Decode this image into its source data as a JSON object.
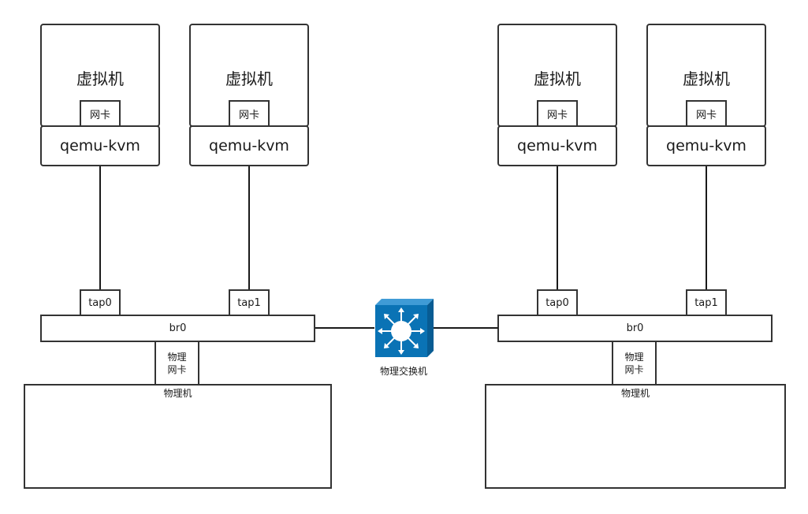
{
  "vm": {
    "label": "虚拟机",
    "nic_label": "网卡",
    "hypervisor_label": "qemu-kvm"
  },
  "left_host": {
    "taps": [
      "tap0",
      "tap1"
    ],
    "bridge": "br0",
    "physical_nic_line1": "物理",
    "physical_nic_line2": "网卡",
    "host_label": "物理机"
  },
  "right_host": {
    "taps": [
      "tap0",
      "tap1"
    ],
    "bridge": "br0",
    "physical_nic_line1": "物理",
    "physical_nic_line2": "网卡",
    "host_label": "物理机"
  },
  "switch": {
    "label": "物理交换机",
    "icon": "network-switch-icon",
    "colors": {
      "top": "#3f9bd6",
      "front": "#0a73b5",
      "side": "#085c93",
      "arrow": "#ffffff"
    }
  }
}
